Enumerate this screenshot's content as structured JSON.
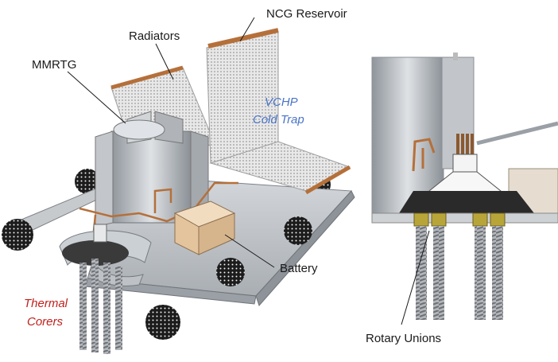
{
  "labels": {
    "ncg_reservoir": "NCG Reservoir",
    "radiators": "Radiators",
    "mmrtg": "MMRTG",
    "vchp_line1": "VCHP",
    "vchp_line2": "Cold Trap",
    "battery": "Battery",
    "thermal_line1": "Thermal",
    "thermal_line2": "Corers",
    "rotary_unions": "Rotary Unions"
  },
  "colors": {
    "label_text": "#1a1a1a",
    "vchp_label": "#4a74c8",
    "thermal_label": "#c0201c",
    "copper_pipe": "#b5703a",
    "metal": "#b9bdc2",
    "battery": "#e5c7a0"
  }
}
